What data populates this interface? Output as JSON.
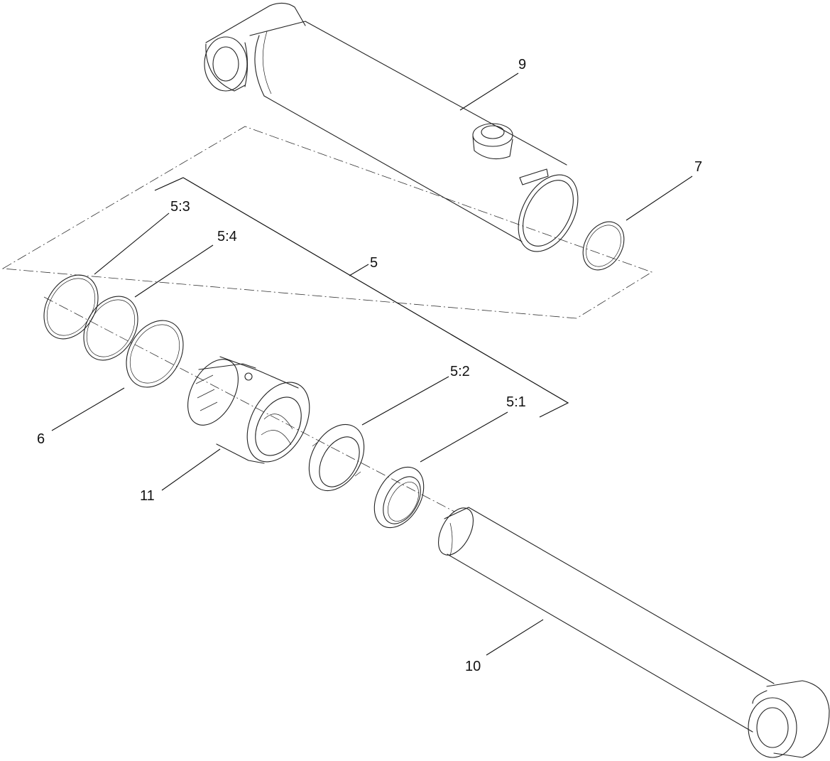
{
  "callouts": {
    "c9": "9",
    "c7": "7",
    "c5": "5",
    "c5_3": "5:3",
    "c5_4": "5:4",
    "c5_2": "5:2",
    "c5_1": "5:1",
    "c6": "6",
    "c11": "11",
    "c10": "10"
  },
  "colors": {
    "line": "#222222",
    "background": "#ffffff"
  }
}
